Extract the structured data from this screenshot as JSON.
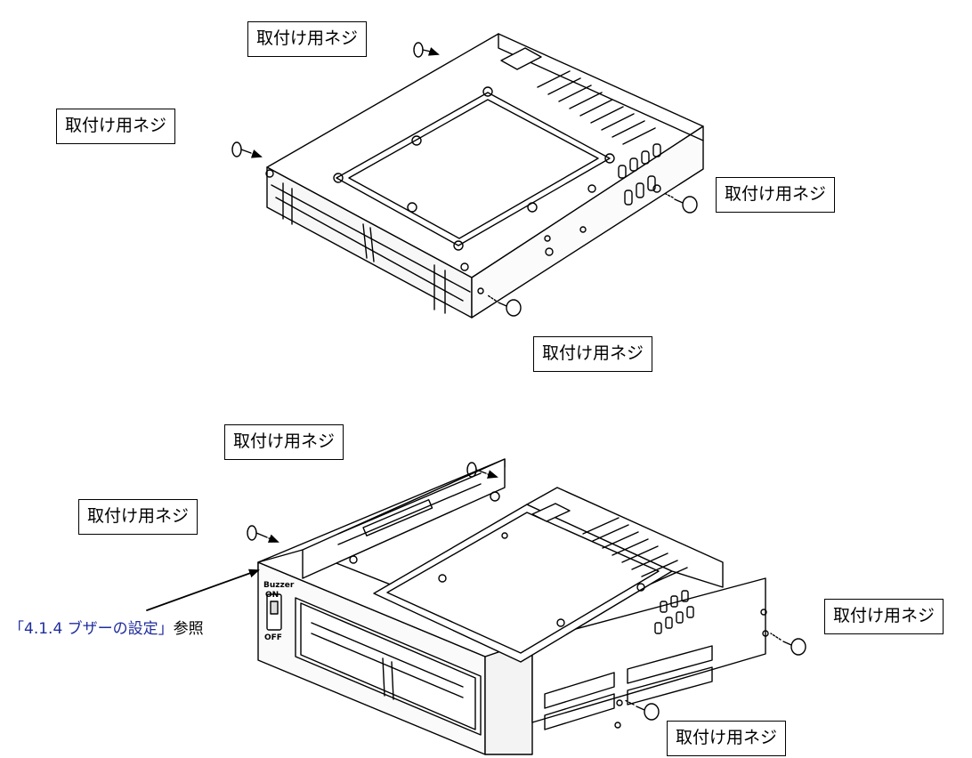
{
  "callouts": {
    "top_upper": "取付け用ネジ",
    "top_left": "取付け用ネジ",
    "top_right": "取付け用ネジ",
    "top_bottom": "取付け用ネジ",
    "bottom_upper": "取付け用ネジ",
    "bottom_left": "取付け用ネジ",
    "bottom_right": "取付け用ネジ",
    "bottom_bottom": "取付け用ネジ"
  },
  "switch": {
    "title": "Buzzer",
    "on": "ON",
    "off": "OFF"
  },
  "reference": {
    "link_text": "「4.1.4 ブザーの設定」",
    "suffix": "参照"
  },
  "colors": {
    "link": "#1f2d9c",
    "line": "#000000"
  }
}
